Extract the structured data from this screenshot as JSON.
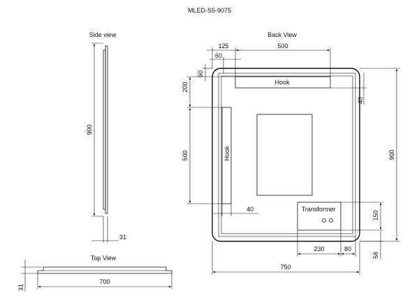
{
  "title": "MLED-S5-9075",
  "views": {
    "side": "Side view",
    "back": "Back View",
    "top": "Top View"
  },
  "labels": {
    "hook_top": "Hook",
    "hook_left": "Hook",
    "transformer": "Transformer"
  },
  "dimensions": {
    "d125": "125",
    "d500_top": "500",
    "d60_h": "60",
    "d60_v": "60",
    "d200": "200",
    "d40_right": "40",
    "d500_left": "500",
    "d40_bottom": "40",
    "d900_right": "900",
    "d150": "150",
    "d230": "230",
    "d80": "80",
    "d58": "58",
    "d750": "750",
    "d900_side": "900",
    "d31_side": "31",
    "d31_top": "31",
    "d700": "700"
  }
}
